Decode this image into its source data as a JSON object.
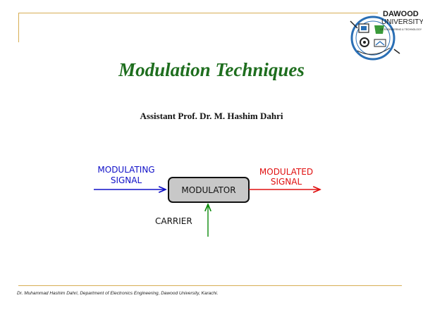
{
  "logo": {
    "title": "DAWOOD",
    "subtitle": "UNIVERSITY",
    "tagline": "OF ENGINEERING & TECHNOLOGY",
    "colors": {
      "blue": "#2a6fb5",
      "green": "#3a9a3a",
      "dark": "#222222"
    }
  },
  "slide": {
    "title": "Modulation Techniques",
    "author": "Assistant Prof. Dr. M. Hashim Dahri"
  },
  "diagram": {
    "input_label_line1": "MODULATING",
    "input_label_line2": "SIGNAL",
    "block_label": "MODULATOR",
    "output_label_line1": "MODULATED",
    "output_label_line2": "SIGNAL",
    "carrier_label": "CARRIER",
    "colors": {
      "input": "#1010c8",
      "output": "#e01010",
      "carrier": "#0a8a0a",
      "block_fill": "#c8c8c8",
      "block_border": "#111111"
    }
  },
  "footer": {
    "text": "Dr. Muhammad Hashim Dahri, Department of Electronics Engineering, Dawood University, Karachi."
  },
  "theme": {
    "frame_color": "#d7ae54",
    "title_color": "#1e6e1e"
  }
}
